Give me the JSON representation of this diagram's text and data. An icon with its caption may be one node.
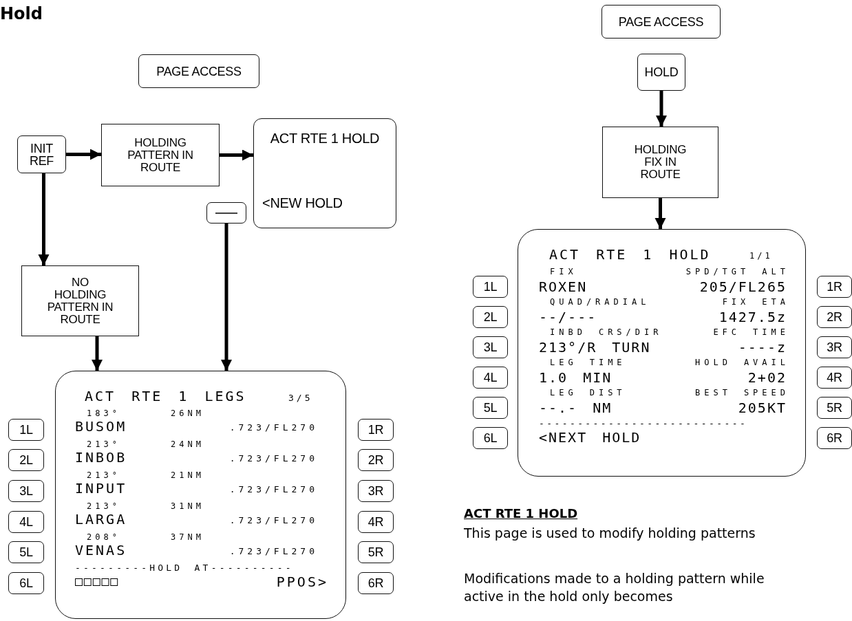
{
  "diagram": {
    "title": "Hold",
    "nodes": [
      {
        "text": [
          "PAGE ACCESS"
        ]
      },
      {
        "text": [
          "INIT REF"
        ]
      },
      {
        "text": [
          "HOLDING PATTERN IN ROUTE"
        ]
      },
      {
        "text": [
          "ACT RTE 1 HOLD",
          "<NEW HOLD"
        ]
      },
      {
        "text": [],
        "shape": "box"
      },
      {
        "text": [
          "NO HOLDING PATTERN IN ROUTE"
        ]
      },
      {
        "text": [
          "ACT RTE 1 LEGS",
          "3/5",
          "183°",
          "26NM",
          "BUSOM",
          ".723/FL270",
          "213°",
          "24NM",
          "INBOB",
          ".723/FL270",
          "213°",
          "21NM",
          "INPUT",
          ".723/FL270",
          "213°",
          "31NM",
          "LARGA",
          ".723/FL270",
          "208°",
          "37NM",
          "VENAS",
          ".723/FL270",
          "---------HOLD AT----------",
          "□□□□□",
          "PPOS>"
        ]
      },
      {
        "text": [
          "1L"
        ]
      },
      {
        "text": [
          "1R"
        ]
      },
      {
        "text": [
          "2L"
        ]
      },
      {
        "text": [
          "2R"
        ]
      },
      {
        "text": [
          "3L"
        ]
      },
      {
        "text": [
          "3R"
        ]
      },
      {
        "text": [
          "4L"
        ]
      },
      {
        "text": [
          "4R"
        ]
      },
      {
        "text": [
          "5L"
        ]
      },
      {
        "text": [
          "5R"
        ]
      },
      {
        "text": [
          "6L"
        ]
      },
      {
        "text": [
          "6R"
        ]
      },
      {
        "text": [
          "PAGE ACCESS"
        ]
      },
      {
        "text": [
          "HOLD"
        ]
      },
      {
        "text": [
          "HOLDING FIX IN ROUTE"
        ]
      },
      {
        "text": [
          "ACT RTE 1 HOLD",
          "1/1",
          "FIX",
          "SPD/TGT ALT",
          "ROXEN",
          "205/FL265",
          "QUAD/RADIAL",
          "FIX ETA",
          "--/---",
          "1427.5z",
          "INBD CRS/DIR",
          "EFC TIME",
          "213°/R TURN",
          "----z",
          "LEG TIME",
          "HOLD AVAIL",
          "1.0 MIN",
          "2+02",
          "LEG DIST",
          "BEST SPEED",
          "--.- NM",
          "205KT",
          "---------------------------",
          "<NEXT HOLD"
        ]
      },
      {
        "text": [
          "1L"
        ]
      },
      {
        "text": [
          "1R"
        ]
      },
      {
        "text": [
          "2L"
        ]
      },
      {
        "text": [
          "2R"
        ]
      },
      {
        "text": [
          "3L"
        ]
      },
      {
        "text": [
          "3R"
        ]
      },
      {
        "text": [
          "4L"
        ]
      },
      {
        "text": [
          "4R"
        ]
      },
      {
        "text": [
          "5L"
        ]
      },
      {
        "text": [
          "5R"
        ]
      },
      {
        "text": [
          "6L"
        ]
      },
      {
        "text": [
          "6R"
        ]
      }
    ],
    "edges": [
      {
        "from": 1,
        "to": 2,
        "arrow": "to"
      },
      {
        "from": 2,
        "to": 3,
        "arrow": "to"
      },
      {
        "from": 1,
        "to": 5,
        "arrow": "to"
      },
      {
        "from": 5,
        "to": 6,
        "arrow": "to"
      },
      {
        "from": 4,
        "to": 6,
        "arrow": "to"
      },
      {
        "from": 20,
        "to": 21,
        "arrow": "to"
      },
      {
        "from": 21,
        "to": 22,
        "arrow": "to"
      }
    ],
    "labels": [
      "ACT RTE 1 HOLD",
      "This page is used to modify holding patterns",
      "Modifications made to a holding pattern while active in the hold only becomes"
    ]
  }
}
